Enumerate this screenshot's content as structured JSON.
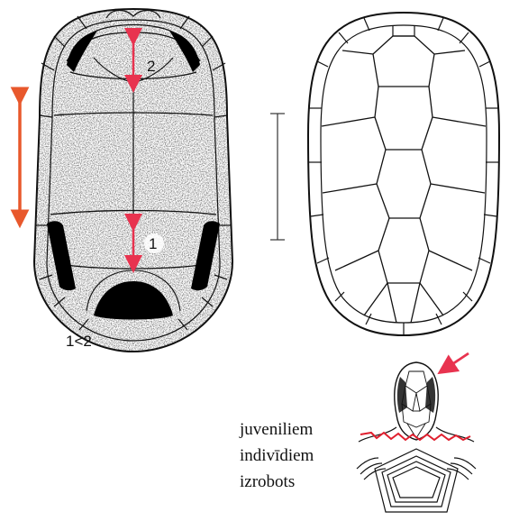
{
  "labels": {
    "measure_2": "2",
    "measure_1": "1",
    "comparison": "1<2",
    "caption_line1": "juveniliem",
    "caption_line2": "indivīdiem",
    "caption_line3": "izrobots"
  },
  "colors": {
    "arrow_red": "#e8334f",
    "arrow_orange": "#e8582c",
    "serration_red": "#e01f2e",
    "outline": "#111111",
    "fill_black": "#000000"
  },
  "icons": {
    "plastron": "turtle-plastron-icon",
    "carapace": "turtle-carapace-icon",
    "head": "juvenile-head-icon"
  }
}
